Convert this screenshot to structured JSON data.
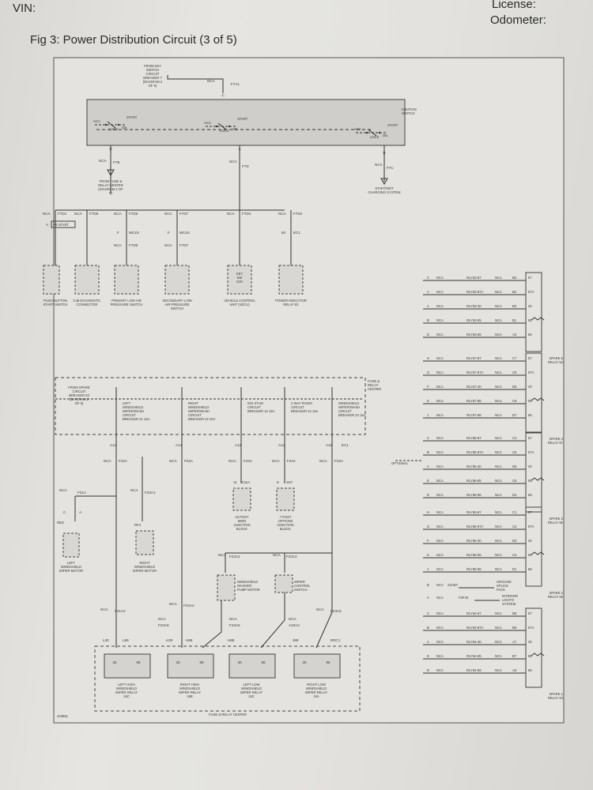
{
  "header": {
    "vin_label": "VIN:",
    "license_label": "License:",
    "odometer_label": "Odometer:"
  },
  "figure_title": "Fig 3: Power Distribution Circuit (3 of 5)",
  "figure_code": "343861",
  "ignition": {
    "source": "FROM KEY SWITCH CIRCUIT BREAKER 7 (DIAGRAM 2 OF 5)",
    "label": "IGNITION SWITCH",
    "wire_in": "NCA",
    "wire_in_id": "F7A1",
    "start": "START",
    "acc": "ACC",
    "lock": "LOCK",
    "on": "ON",
    "pin_c": "C",
    "pin_d": "D",
    "pin_a": "A",
    "pin_b": "B"
  },
  "top_wires": {
    "left": {
      "nca": "NCA",
      "id": "F7B",
      "note": "FROM FUSE & RELAY CENTER (DIAGRAM 2 OF 5)"
    },
    "mid": {
      "nca": "NCA",
      "id": "F7D"
    },
    "right": {
      "nca": "NCA",
      "id": "F7C",
      "note": "START/NOT CHARGING SYSTEM"
    }
  },
  "row1": [
    {
      "nca": "NCA",
      "id": "F7D1",
      "pin": "A",
      "pinlabel": "PB START",
      "label": "PUSH BUTTON START SWITCH"
    },
    {
      "nca": "NCA",
      "id": "F7D5",
      "pin": "J",
      "label": "C46 DIAGNOSTIC CONNECTOR"
    },
    {
      "nca": "NCA",
      "id": "F7D6",
      "conn": "MC4S",
      "pin": "F",
      "id2": "F7D6",
      "label": "PRIMARY LOW AIR PRESSURE SWITCH"
    },
    {
      "nca": "NCA",
      "id": "F7D7",
      "conn": "MC4S",
      "pin": "F",
      "id2": "F7D7",
      "label": "SECONDARY LOW AIR PRESSURE SWITCH"
    },
    {
      "nca": "NCA",
      "id": "F7D4",
      "pin": "14",
      "pin2": "A",
      "sub": "KEY SW IGN",
      "label": "VEHICLE CONTROL UNIT (VECU)"
    },
    {
      "nca": "NCA",
      "id": "F7D2",
      "pin": "84",
      "conn": "EC1",
      "pin2": "86",
      "label": "POWER INDICATOR RELAY 83"
    }
  ],
  "fuse_center": {
    "label": "FUSE & RELAY CENTER",
    "bottom_label": "FUSE & RELAY CENTER",
    "spare": "FROM SPARE CIRCUIT BREAKER 63 (DIAGRAM 2 OF 5)",
    "breakers": [
      {
        "text": "LEFT WINDSHIELD WIPER/WASH CIRCUIT BREAKER 21 15A",
        "pin": "A13",
        "nca": "NCA",
        "id": "F22A"
      },
      {
        "text": "RIGHT WINDSHIELD WIPER/WASH CIRCUIT BREAKER 22 20A",
        "pin": "A14",
        "nca": "NCA",
        "id": "F22A"
      },
      {
        "text": "IGN STUD CIRCUIT BREAKER 12 15A",
        "pin": "A12",
        "nca": "NCA",
        "id": "F23A"
      },
      {
        "text": "2 WAY RADIO CIRCUIT BREAKER 24 15A",
        "pin": "A12",
        "nca": "NCA",
        "id": "F24A"
      },
      {
        "text": "WINDSHIELD WIPER/WASH CIRCUIT BREAKER 23 15A",
        "pin": "A19",
        "conn": "EC1",
        "nca": "NCA",
        "id": "F23A"
      }
    ]
  },
  "lower": {
    "left_motor": {
      "nca": "NCA",
      "id": "F21A",
      "pin": "C",
      "pin2": "A",
      "color": "RED",
      "label": "LEFT WINDSHIELD WIPER MOTOR"
    },
    "right_motor": {
      "nca": "NCA",
      "id": "F22A1",
      "color": "RF3",
      "label": "RIGHT WINDSHIELD WIPER MOTOR"
    },
    "post_a": {
      "pin": "11",
      "conn": "X31A",
      "label": "24 POST MWN JUNCTION BLOCK"
    },
    "post_b": {
      "pin": "9",
      "conn": "X67",
      "label": "7 POST OPTIONS JUNCTION BLOCK"
    },
    "washer": {
      "nca": "NCA",
      "id": "F23A2",
      "label": "WINDSHIELD WASHER PUMP MOTOR"
    },
    "wiper_ctrl": {
      "nca": "NCA",
      "id": "F23A2",
      "label": "WIPER CONTROL SWITCH"
    },
    "wires": [
      "F21A2",
      "F22A2",
      "F23A6",
      "F23A5",
      "A23A4",
      "F23A3"
    ],
    "relays": [
      {
        "pin": "L30",
        "pin2": "L86",
        "label": "LEFT HIGH WINDSHIELD WIPER RELAY 16C"
      },
      {
        "pin": "H30",
        "pin2": "H86",
        "label": "RIGHT HIGH WINDSHIELD WIPER RELAY 16B"
      },
      {
        "pin": "H86",
        "label": "LEFT LOW WINDSHIELD WIPER RELAY 16C"
      },
      {
        "pin": "J86",
        "conn": "ERC1",
        "label": "RIGHT LOW WINDSHIELD WIPER RELAY 16A"
      }
    ]
  },
  "spare_relays": [
    {
      "label": "SPARE 5 RELAY 53",
      "rows": [
        [
          "C",
          "NCA",
          "RLY53-87",
          "NCA",
          "B5"
        ],
        [
          "A",
          "NCA",
          "RLY53-87A",
          "NCA",
          "B2"
        ],
        [
          "A",
          "NCA",
          "RLY53-30",
          "NCA",
          "B3"
        ],
        [
          "B",
          "NCA",
          "RLY53-85",
          "NCA",
          "B1"
        ],
        [
          "D",
          "NCA",
          "RLY53-86",
          "NCA",
          "A3"
        ]
      ]
    },
    {
      "label": "SPARE 4 RELAY 67",
      "rows": [
        [
          "H",
          "NCA",
          "RLY67-87",
          "NCA",
          "C7"
        ],
        [
          "G",
          "NCA",
          "RLY67-87A",
          "NCA",
          "C8"
        ],
        [
          "F",
          "NCA",
          "RLY67-30",
          "NCA",
          "D9"
        ],
        [
          "K",
          "NCA",
          "RLY67-85",
          "NCA",
          "C9"
        ],
        [
          "J",
          "NCA",
          "RLY67-86",
          "NCA",
          "D7"
        ]
      ]
    },
    {
      "label": "SPARE 3 RELAY 66",
      "optional": "OPTIONAL",
      "rows": [
        [
          "C",
          "NCA",
          "RLY66-87",
          "NCA",
          "C4"
        ],
        [
          "B",
          "NCA",
          "RLY66-87A",
          "NCA",
          "C5"
        ],
        [
          "A",
          "NCA",
          "RLY66-30",
          "NCA",
          "D6"
        ],
        [
          "E",
          "NCA",
          "RLY66-85",
          "NCA",
          "C6"
        ],
        [
          "D",
          "NCA",
          "RLY66-86",
          "NCA",
          "D4"
        ]
      ]
    },
    {
      "label": "SPARE 2 RELAY 65",
      "ground": "GROUND SPLICE PACK",
      "ground_wire": [
        "B",
        "NCA",
        "X2AB7"
      ],
      "rows": [
        [
          "H",
          "NCA",
          "RLY65-87",
          "NCA",
          "C1"
        ],
        [
          "G",
          "NCA",
          "RLY65-87A",
          "NCA",
          "C2"
        ],
        [
          "F",
          "NCA",
          "RLY65-30",
          "NCA",
          "D3"
        ],
        [
          "K",
          "NCA",
          "RLY65-85",
          "NCA",
          "C3"
        ],
        [
          "J",
          "NCA",
          "RLY65-86",
          "NCA",
          "D1"
        ]
      ]
    },
    {
      "label": "SPARE 1 RELAY 64",
      "interior": [
        "A",
        "NCA",
        "F3F43",
        "INTERIOR LIGHTS SYSTEM"
      ],
      "rows": [
        [
          "C",
          "NCA",
          "RLY64-87",
          "NCA",
          "B8"
        ],
        [
          "B",
          "NCA",
          "RLY64-87A",
          "NCA",
          "B9"
        ],
        [
          "A",
          "NCA",
          "RLY64-30",
          "NCA",
          "A7"
        ],
        [
          "E",
          "NCA",
          "RLY64-85",
          "NCA",
          "B7"
        ],
        [
          "D",
          "NCA",
          "RLY64-86",
          "NCA",
          "A9"
        ]
      ]
    }
  ]
}
